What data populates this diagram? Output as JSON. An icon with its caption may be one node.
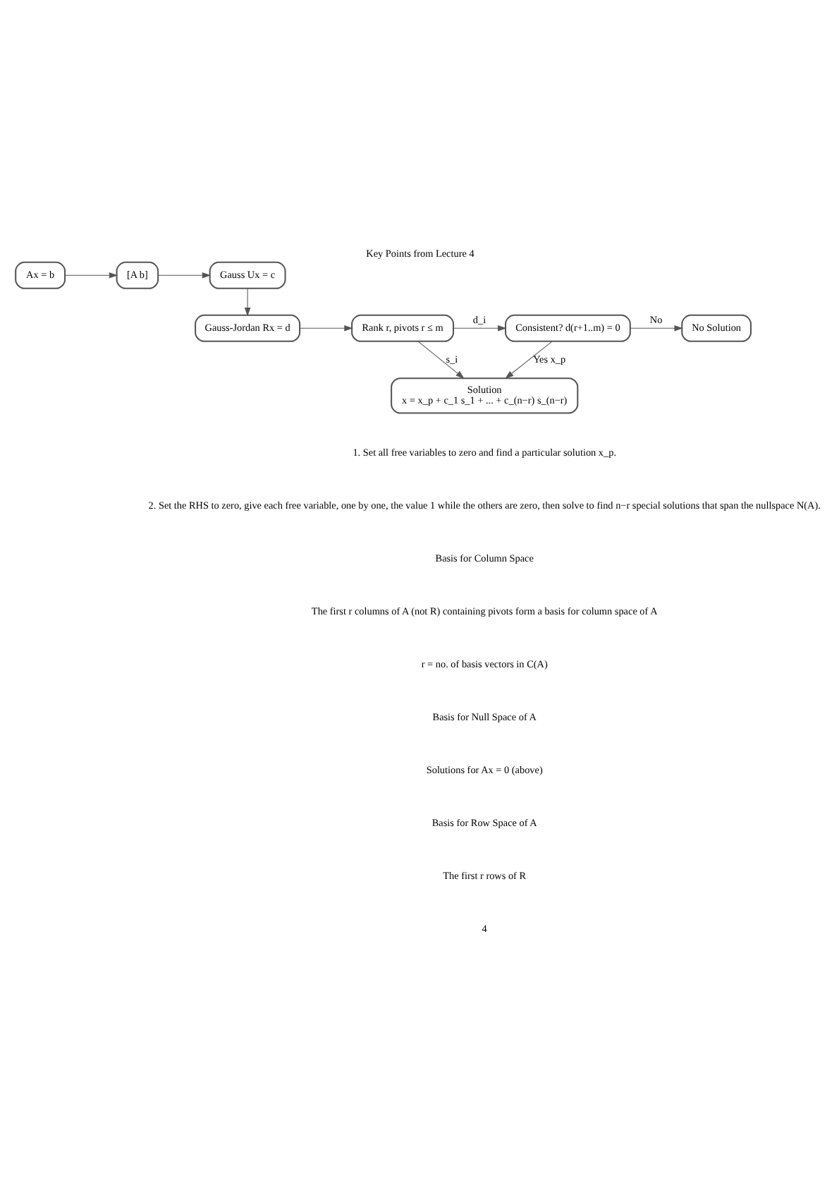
{
  "diagram": {
    "title": "Key Points from Lecture 4",
    "nodes": [
      {
        "text": [
          "Ax = b"
        ]
      },
      {
        "text": [
          "[A b]"
        ]
      },
      {
        "text": [
          "Gauss Ux = c"
        ]
      },
      {
        "text": [
          "Gauss-Jordan Rx = d"
        ]
      },
      {
        "text": [
          "Rank r, pivots r ≤ m"
        ]
      },
      {
        "text": [
          "Consistent? d(r+1..m) = 0"
        ]
      },
      {
        "text": [
          "No Solution"
        ]
      },
      {
        "text": [
          "Solution",
          "x = x_p + c_1 s_1 + ... + c_(n−r) s_(n−r)"
        ]
      }
    ],
    "edges": [
      {
        "from": 0,
        "to": 1,
        "arrow": "to"
      },
      {
        "from": 1,
        "to": 2,
        "arrow": "to"
      },
      {
        "from": 2,
        "to": 3,
        "arrow": "to"
      },
      {
        "from": 3,
        "to": 4,
        "arrow": "to"
      },
      {
        "from": 4,
        "to": 5,
        "arrow": "to",
        "label": "d_i"
      },
      {
        "from": 5,
        "to": 6,
        "arrow": "to",
        "label": "No"
      },
      {
        "from": 4,
        "to": 7,
        "arrow": "to",
        "label": "s_i"
      },
      {
        "from": 5,
        "to": 7,
        "arrow": "to",
        "label": "Yes x_p"
      }
    ],
    "labels": [
      "1. Set all free variables to zero and find a particular solution x_p.",
      "2. Set the RHS to zero, give each free variable, one by one, the value 1 while the others are zero, then solve to find n−r special solutions that span the nullspace N(A).",
      "Basis for Column Space",
      "The first r columns of A (not R) containing pivots form a basis for column space of A",
      "r = no. of basis vectors in C(A)",
      "Basis for Null Space of A",
      "Solutions for Ax = 0 (above)",
      "Basis for Row Space of A",
      "The first r rows of R",
      "4"
    ]
  }
}
